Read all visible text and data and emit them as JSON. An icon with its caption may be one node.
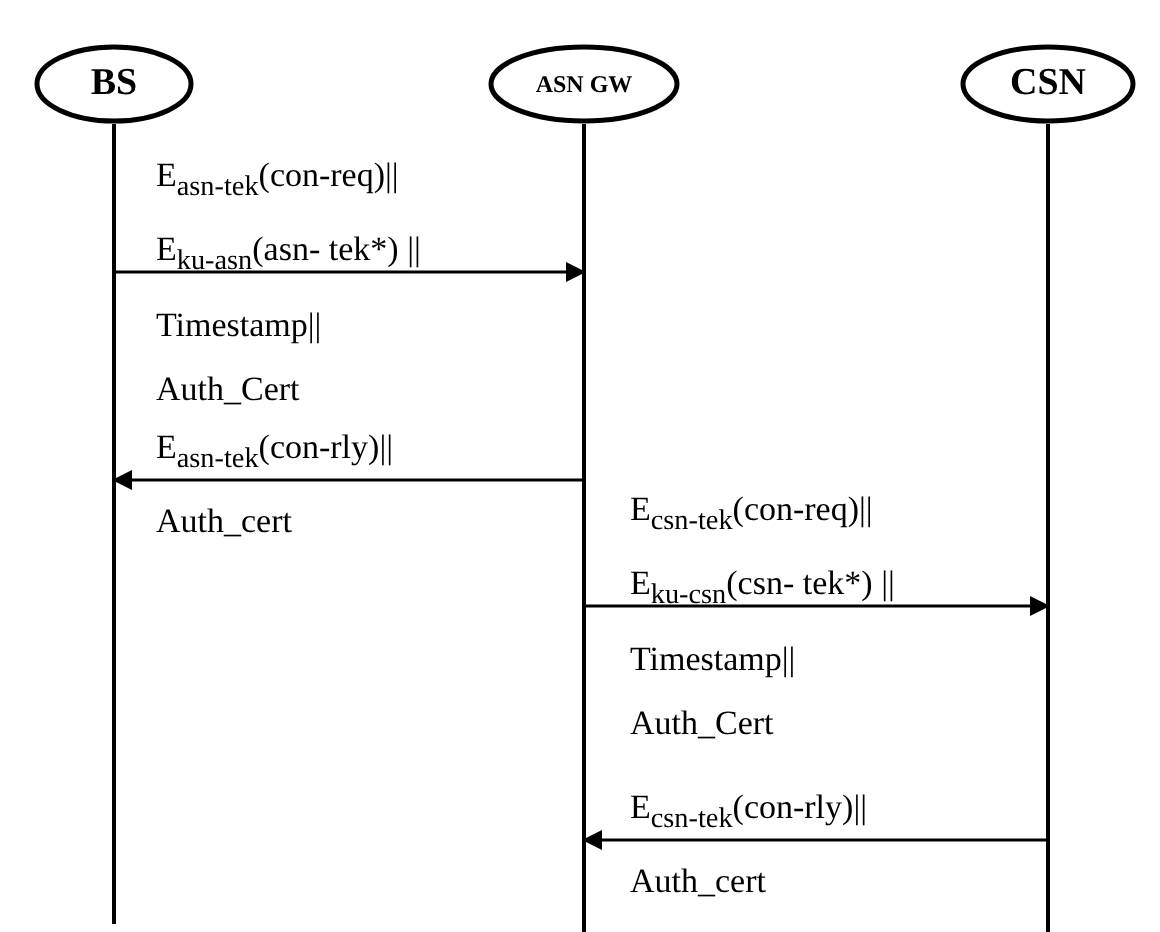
{
  "diagram": {
    "nodes": [
      {
        "text": [
          "BS"
        ]
      },
      {
        "text": [
          "ASN GW"
        ]
      },
      {
        "text": [
          "CSN"
        ]
      }
    ],
    "edges": [
      {
        "from": 0,
        "to": 1,
        "arrow": "to",
        "label": "E$_{asn-tek}$(con-req)|| E$_{ku-asn}$(asn- tek*) || Timestamp|| Auth_Cert"
      },
      {
        "from": 1,
        "to": 0,
        "arrow": "to",
        "label": "E$_{asn-tek}$(con-rly)|| Auth_cert"
      },
      {
        "from": 1,
        "to": 2,
        "arrow": "to",
        "label": "E$_{csn-tek}$(con-req)|| E$_{ku-csn}$(csn- tek*) || Timestamp|| Auth_Cert"
      },
      {
        "from": 2,
        "to": 1,
        "arrow": "to",
        "label": "E$_{csn-tek}$(con-rly)|| Auth_cert"
      }
    ]
  }
}
